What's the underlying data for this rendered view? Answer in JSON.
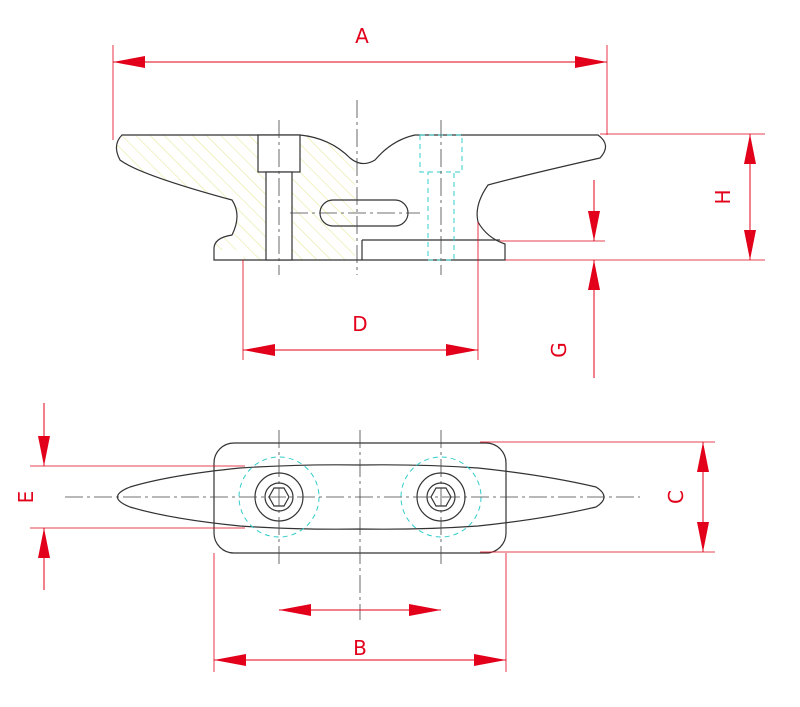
{
  "drawing": {
    "colors": {
      "outline": "#333333",
      "dimension": "#e2001a",
      "hidden": "#33cccc",
      "hatch": "#e8e8a0"
    },
    "dimensions": {
      "A": "A",
      "B": "B",
      "C": "C",
      "D": "D",
      "E": "E",
      "G": "G",
      "H": "H"
    }
  }
}
